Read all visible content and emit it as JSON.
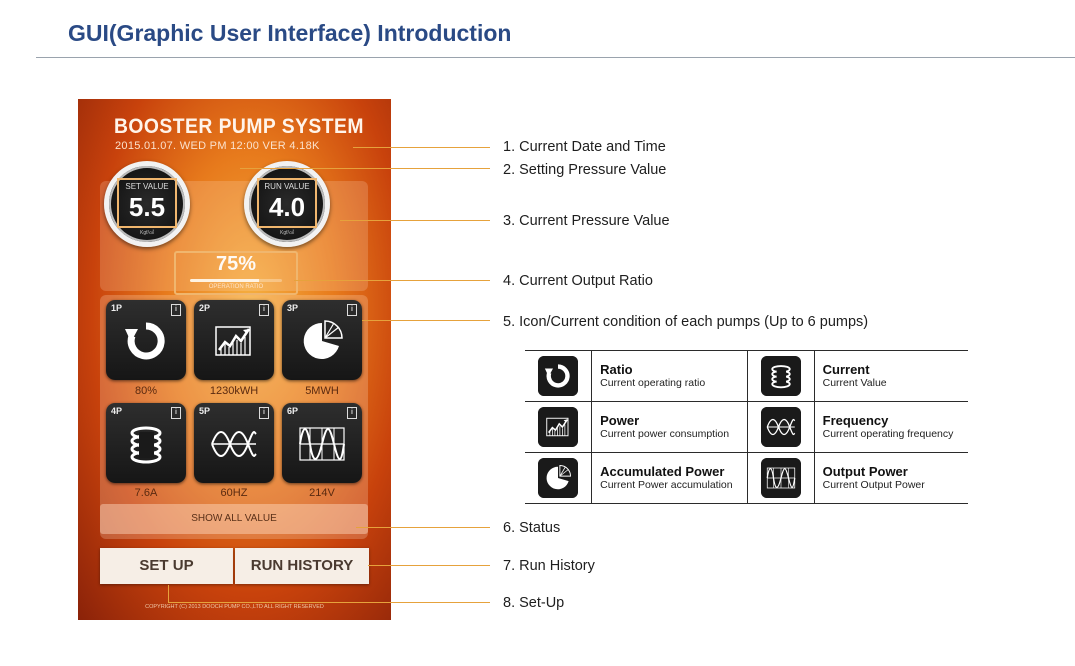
{
  "page": {
    "title": "GUI(Graphic User Interface) Introduction"
  },
  "app": {
    "title": "BOOSTER PUMP SYSTEM",
    "datetime": "2015.01.07. WED    PM 12:00 VER 4.18K",
    "set_gauge": {
      "label": "SET VALUE",
      "value": "5.5",
      "unit": "Kgf/㎠"
    },
    "run_gauge": {
      "label": "RUN VALUE",
      "value": "4.0",
      "unit": "Kgf/㎠"
    },
    "ratio": {
      "value": "75%",
      "label": "OPERATION RATIO",
      "percent": 75
    },
    "pumps": [
      {
        "id": "1P",
        "icon": "ratio-icon",
        "value": "80%"
      },
      {
        "id": "2P",
        "icon": "power-icon",
        "value": "1230kWH"
      },
      {
        "id": "3P",
        "icon": "accumulated-power-icon",
        "value": "5MWH"
      },
      {
        "id": "4P",
        "icon": "current-icon",
        "value": "7.6A"
      },
      {
        "id": "5P",
        "icon": "frequency-icon",
        "value": "60HZ"
      },
      {
        "id": "6P",
        "icon": "output-power-icon",
        "value": "214V"
      }
    ],
    "info_glyph": "i",
    "show_all": "SHOW ALL VALUE",
    "setup_button": "SET UP",
    "history_button": "RUN HISTORY",
    "copyright": "COPYRIGHT (C) 2013 DOOCH PUMP CO.,LTD ALL RIGHT RESERVED"
  },
  "callouts": [
    "1. Current Date and Time",
    "2. Setting Pressure Value",
    "3. Current Pressure Value",
    "4. Current Output Ratio",
    "5. Icon/Current condition of each pumps (Up to 6 pumps)",
    "6. Status",
    "7. Run History",
    "8. Set-Up"
  ],
  "legend": [
    {
      "icon": "ratio-icon",
      "name": "Ratio",
      "desc": "Current operating ratio"
    },
    {
      "icon": "current-icon",
      "name": "Current",
      "desc": "Current Value"
    },
    {
      "icon": "power-icon",
      "name": "Power",
      "desc": "Current power consumption"
    },
    {
      "icon": "frequency-icon",
      "name": "Frequency",
      "desc": "Current operating frequency"
    },
    {
      "icon": "accumulated-power-icon",
      "name": "Accumulated Power",
      "desc": "Current Power accumulation"
    },
    {
      "icon": "output-power-icon",
      "name": "Output Power",
      "desc": "Current Output Power"
    }
  ],
  "colors": {
    "title": "#2a4a85",
    "callout_line": "#e6a23c",
    "phone_orange": "#e77a1c",
    "tile_dark": "#1a1a1a"
  }
}
